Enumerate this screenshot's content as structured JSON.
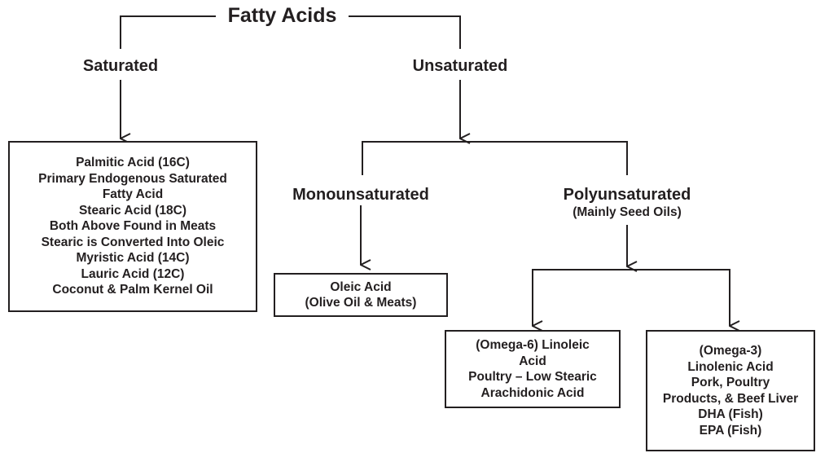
{
  "root": {
    "label": "Fatty Acids"
  },
  "saturated": {
    "label": "Saturated",
    "lines": [
      "Palmitic Acid (16C)",
      "Primary Endogenous Saturated",
      "Fatty Acid",
      "Stearic Acid (18C)",
      "Both Above Found in Meats",
      "Stearic is Converted Into Oleic",
      "Myristic Acid (14C)",
      "Lauric Acid (12C)",
      "Coconut & Palm Kernel Oil"
    ]
  },
  "unsaturated": {
    "label": "Unsaturated"
  },
  "monounsaturated": {
    "label": "Monounsaturated",
    "lines": [
      "Oleic Acid",
      "(Olive Oil & Meats)"
    ]
  },
  "polyunsaturated": {
    "label": "Polyunsaturated",
    "sublabel": "(Mainly Seed Oils)"
  },
  "omega6": {
    "lines": [
      "(Omega-6) Linoleic",
      "Acid",
      "Poultry – Low Stearic",
      "Arachidonic Acid"
    ]
  },
  "omega3": {
    "lines": [
      "(Omega-3)",
      "Linolenic Acid",
      "Pork, Poultry",
      "Products, & Beef Liver",
      "DHA (Fish)",
      "EPA (Fish)"
    ]
  },
  "colors": {
    "ink": "#231f20",
    "background": "#ffffff"
  }
}
